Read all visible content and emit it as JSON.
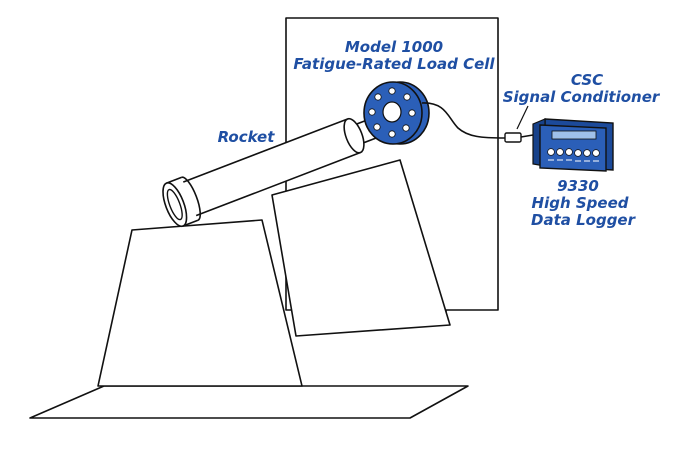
{
  "labels": {
    "load_cell_line1": "Model 1000",
    "load_cell_line2": "Fatigue-Rated Load Cell",
    "rocket": "Rocket",
    "conditioner_line1": "CSC",
    "conditioner_line2": "Signal Conditioner",
    "logger_line1": "9330",
    "logger_line2": "High Speed",
    "logger_line3": "Data Logger"
  },
  "colors": {
    "label_blue": "#1f4fa3",
    "device_blue": "#2b5fb8",
    "outline": "#111111",
    "background": "#ffffff"
  },
  "icons": {
    "load_cell": "flanged-load-cell-icon",
    "data_logger": "data-logger-device-icon",
    "signal_conditioner": "inline-signal-conditioner-icon"
  }
}
